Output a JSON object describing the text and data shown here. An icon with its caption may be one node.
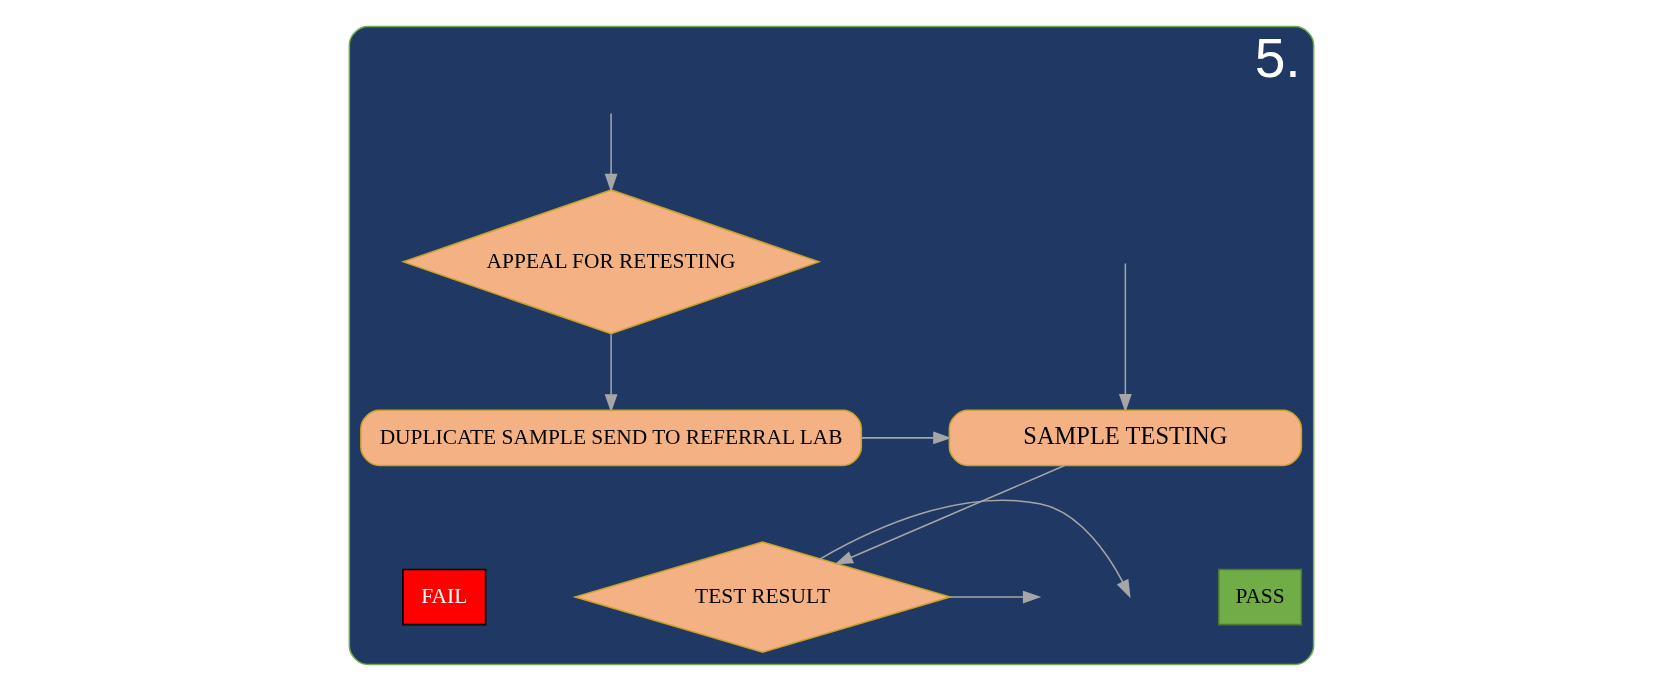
{
  "diagram": {
    "nodes": [
      {
        "text": [
          "5."
        ]
      },
      {
        "text": [
          "DUPLICATE SAMPLE SEND TO REFERRAL LAB"
        ],
        "in": 0
      },
      {
        "text": [
          "SAMPLE TESTING"
        ],
        "in": 0
      },
      {
        "text": [
          "APPEAL FOR RETESTING"
        ],
        "in": 0
      },
      {
        "text": [
          "TEST RESULT"
        ],
        "in": 0
      },
      {
        "text": [
          "FAIL"
        ],
        "in": 0
      },
      {
        "text": [
          "PASS"
        ],
        "in": 0
      }
    ],
    "edges": [
      {
        "from": null,
        "to": 2,
        "arrow": "to"
      },
      {
        "from": 1,
        "to": 2,
        "arrow": "to"
      },
      {
        "from": 2,
        "to": 4,
        "arrow": "to"
      },
      {
        "from": 3,
        "to": 1,
        "arrow": "to"
      },
      {
        "from": null,
        "to": 3,
        "arrow": "to"
      },
      {
        "from": 4,
        "to": null,
        "arrow": "to"
      },
      {
        "from": 4,
        "to": null,
        "arrow": "to"
      }
    ]
  }
}
